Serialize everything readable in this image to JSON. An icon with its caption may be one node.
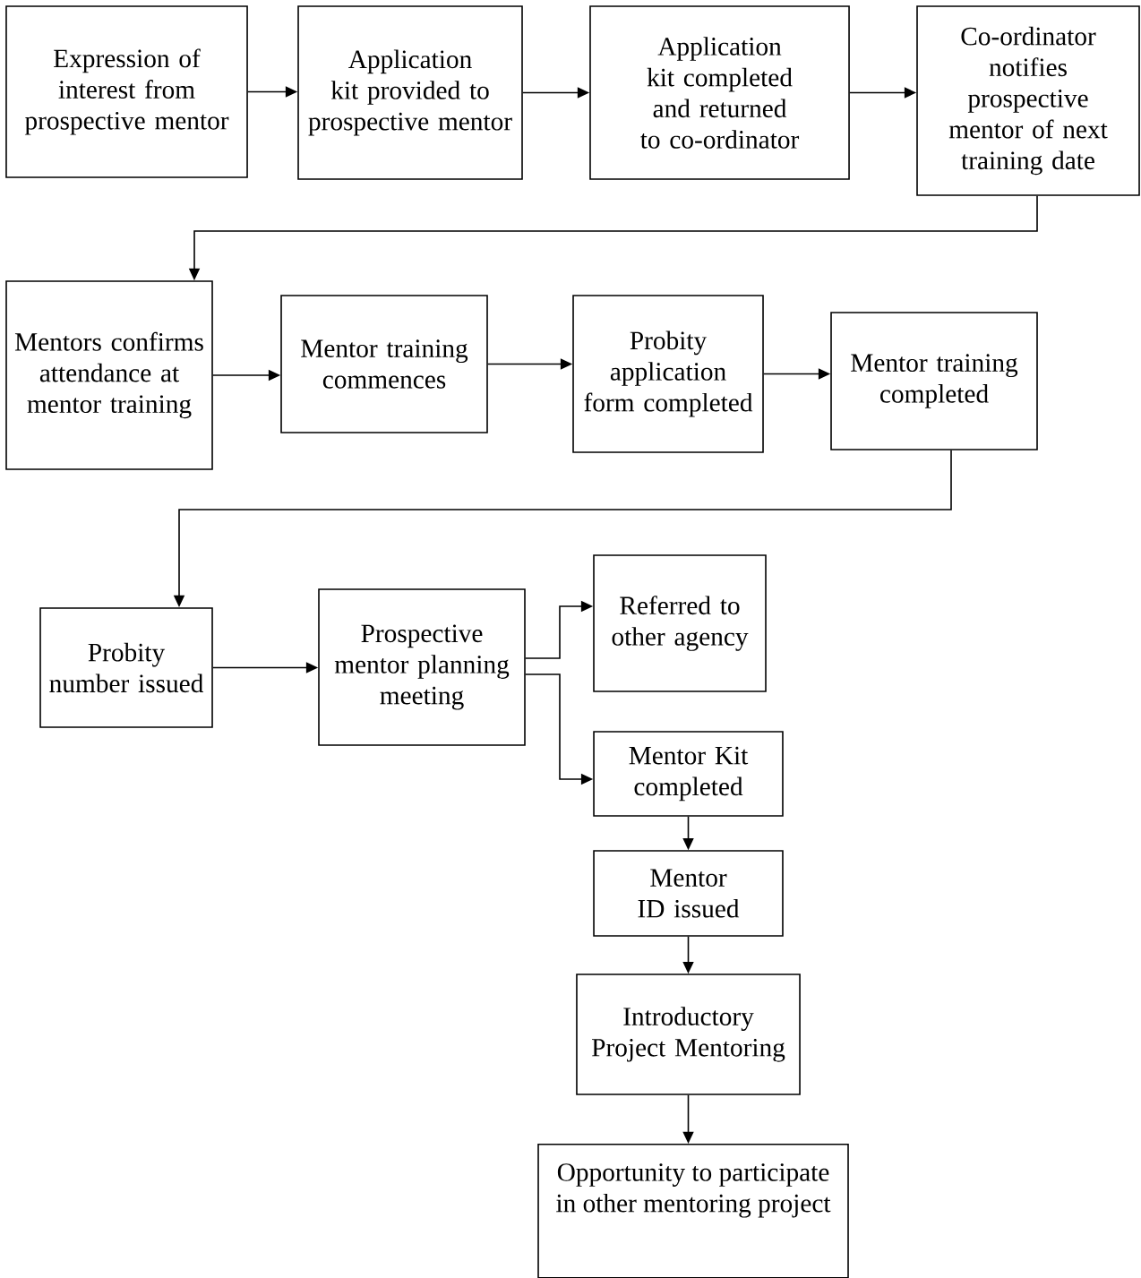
{
  "diagram": {
    "nodes": [
      {
        "text": [
          "Expression of interest from prospective mentor"
        ]
      },
      {
        "text": [
          "Application kit provided to prospective mentor"
        ]
      },
      {
        "text": [
          "Application kit completed and returned to co-ordinator"
        ]
      },
      {
        "text": [
          "Co-ordinator notifies prospective mentor of next training date"
        ]
      },
      {
        "text": [
          "Mentors confirms attendance at mentor training"
        ]
      },
      {
        "text": [
          "Mentor training commences"
        ]
      },
      {
        "text": [
          "Probity application form completed"
        ]
      },
      {
        "text": [
          "Mentor training completed"
        ]
      },
      {
        "text": [
          "Probity number issued"
        ]
      },
      {
        "text": [
          "Prospective mentor planning meeting"
        ]
      },
      {
        "text": [
          "Referred to other agency"
        ]
      },
      {
        "text": [
          "Mentor Kit completed"
        ]
      },
      {
        "text": [
          "Mentor ID issued"
        ]
      },
      {
        "text": [
          "Introductory Project Mentoring"
        ]
      },
      {
        "text": [
          "Opportunity to participate in other mentoring project"
        ]
      }
    ],
    "edges": [
      {
        "from": 0,
        "to": 1,
        "arrow": "to"
      },
      {
        "from": 1,
        "to": 2,
        "arrow": "to"
      },
      {
        "from": 2,
        "to": 3,
        "arrow": "to"
      },
      {
        "from": 3,
        "to": 4,
        "arrow": "to"
      },
      {
        "from": 4,
        "to": 5,
        "arrow": "to"
      },
      {
        "from": 5,
        "to": 6,
        "arrow": "to"
      },
      {
        "from": 6,
        "to": 7,
        "arrow": "to"
      },
      {
        "from": 7,
        "to": 8,
        "arrow": "to"
      },
      {
        "from": 8,
        "to": 9,
        "arrow": "to"
      },
      {
        "from": 9,
        "to": 10,
        "arrow": "to"
      },
      {
        "from": 9,
        "to": 11,
        "arrow": "to"
      },
      {
        "from": 11,
        "to": 12,
        "arrow": "to"
      },
      {
        "from": 12,
        "to": 13,
        "arrow": "to"
      },
      {
        "from": 13,
        "to": 14,
        "arrow": "to"
      }
    ]
  }
}
